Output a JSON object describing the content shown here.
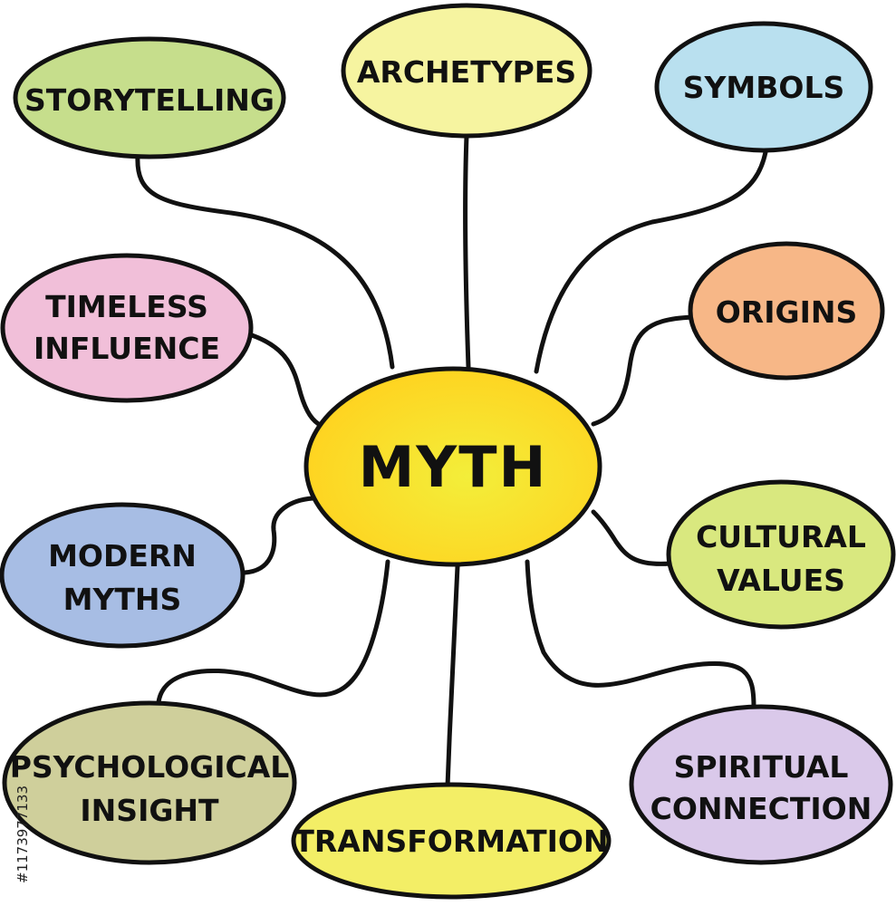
{
  "center": {
    "label": "MYTH",
    "color_from": "#ffd21f",
    "color_to": "#f3ee3a"
  },
  "nodes": [
    {
      "id": "storytelling",
      "lines": [
        "STORYTELLING"
      ],
      "color": "#c6de8c"
    },
    {
      "id": "archetypes",
      "lines": [
        "ARCHETYPES"
      ],
      "color": "#f6f4a0"
    },
    {
      "id": "symbols",
      "lines": [
        "SYMBOLS"
      ],
      "color": "#b9e0ef"
    },
    {
      "id": "timeless-influence",
      "lines": [
        "TIMELESS",
        "INFLUENCE"
      ],
      "color": "#f1bfd9"
    },
    {
      "id": "origins",
      "lines": [
        "ORIGINS"
      ],
      "color": "#f7b787"
    },
    {
      "id": "modern-myths",
      "lines": [
        "MODERN",
        "MYTHS"
      ],
      "color": "#a7bde4"
    },
    {
      "id": "cultural-values",
      "lines": [
        "CULTURAL",
        "VALUES"
      ],
      "color": "#d9e87f"
    },
    {
      "id": "psychological-insight",
      "lines": [
        "PSYCHOLOGICAL",
        "INSIGHT"
      ],
      "color": "#cfcf9b"
    },
    {
      "id": "transformation",
      "lines": [
        "TRANSFORMATION"
      ],
      "color": "#f3ee66"
    },
    {
      "id": "spiritual-connection",
      "lines": [
        "SPIRITUAL",
        "CONNECTION"
      ],
      "color": "#dac9ea"
    }
  ],
  "watermark": "#1173977133"
}
